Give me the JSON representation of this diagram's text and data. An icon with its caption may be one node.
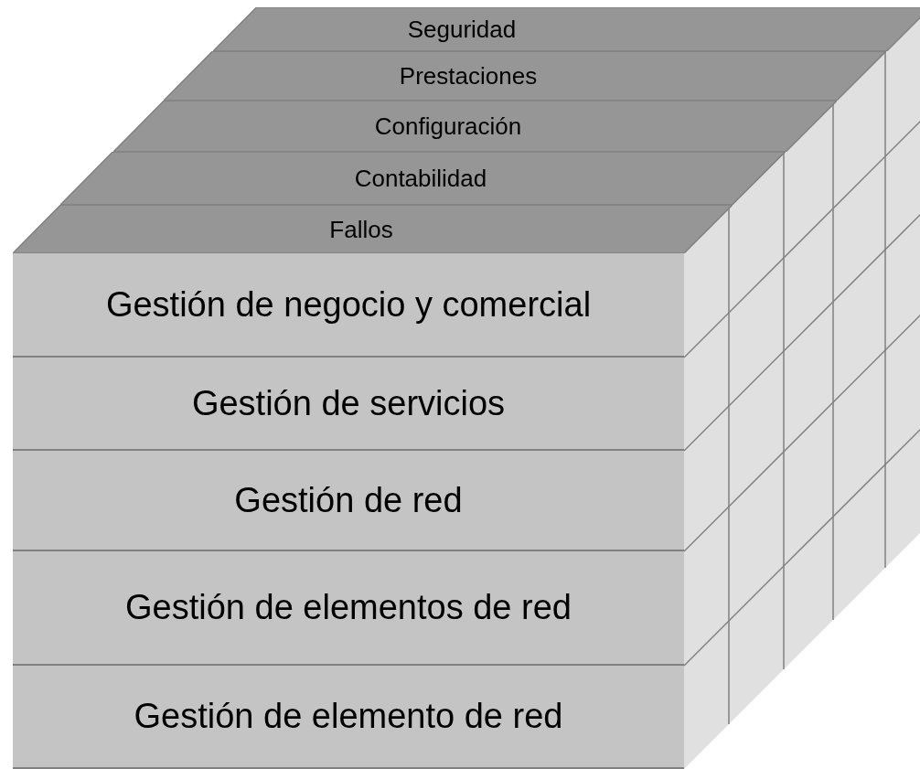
{
  "diagram": {
    "nodes": [
      {
        "text": [
          "Seguridad"
        ]
      },
      {
        "text": [
          "Prestaciones"
        ]
      },
      {
        "text": [
          "Configuración"
        ]
      },
      {
        "text": [
          "Contabilidad"
        ]
      },
      {
        "text": [
          "Fallos"
        ]
      },
      {
        "text": [
          "Gestión de negocio y comercial"
        ]
      },
      {
        "text": [
          "Gestión de servicios"
        ]
      },
      {
        "text": [
          "Gestión de red"
        ]
      },
      {
        "text": [
          "Gestión de elementos de red"
        ]
      },
      {
        "text": [
          "Gestión de elemento de red"
        ]
      }
    ]
  }
}
